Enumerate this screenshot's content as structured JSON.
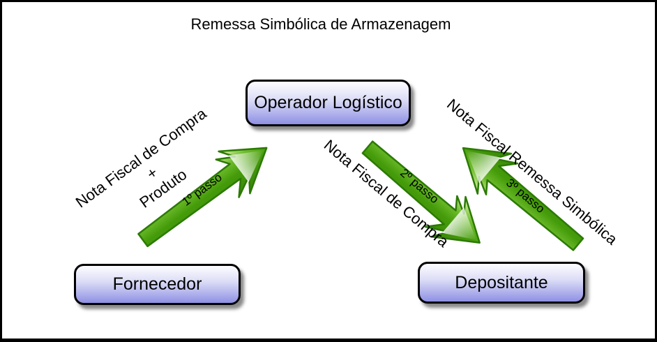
{
  "title": "Remessa Simbólica de Armazenagem",
  "nodes": {
    "operador_logistico": {
      "label": "Operador Logístico"
    },
    "fornecedor": {
      "label": "Fornecedor"
    },
    "depositante": {
      "label": "Depositante"
    }
  },
  "arrows": [
    {
      "step": "1º passo",
      "from": "Fornecedor",
      "to": "Operador Logístico",
      "direction": "up-right"
    },
    {
      "step": "2º passo",
      "from": "Operador Logístico",
      "to": "Depositante",
      "direction": "down-right"
    },
    {
      "step": "3º passo",
      "from": "Depositante",
      "to": "Operador Logístico",
      "direction": "up-left"
    }
  ],
  "edges": [
    {
      "lines": [
        "Nota Fiscal de Compra",
        "+",
        "Produto"
      ]
    },
    {
      "lines": [
        "Nota Fiscal de Compra"
      ]
    },
    {
      "lines": [
        "Nota Fiscal Remessa Simbólica"
      ]
    }
  ],
  "colors": {
    "background": "#ffffff",
    "frame_border": "#000000",
    "node_border": "#000000",
    "node_gradient_top": "#fdfdff",
    "node_gradient_bottom": "#8e90e4",
    "arrow_green": "#459c0a",
    "arrow_highlight": "#cdeb9a",
    "arrow_border": "#2b7a03",
    "text": "#000000"
  }
}
